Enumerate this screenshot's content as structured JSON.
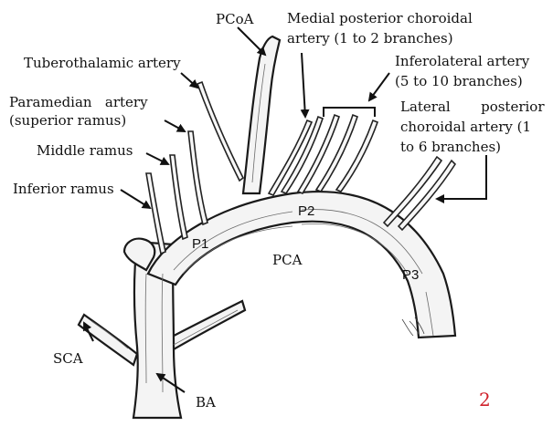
{
  "labels": {
    "pcoa": "PCoA",
    "medial_posterior_1": "Medial posterior choroidal",
    "medial_posterior_2": "artery (1 to 2 branches)",
    "inferolateral_1": "Inferolateral artery",
    "inferolateral_2": "(5 to 10 branches)",
    "tuberothalamic": "Tuberothalamic artery",
    "paramedian_1": "Paramedian   artery",
    "paramedian_2": "(superior ramus)",
    "middle_ramus": "Middle ramus",
    "inferior_ramus": "Inferior ramus",
    "lateral_posterior_1": "Lateral       posterior",
    "lateral_posterior_2": "choroidal artery (1",
    "lateral_posterior_3": "to 6 branches)",
    "p1": "P1",
    "p2": "P2",
    "p3": "P3",
    "pca": "PCA",
    "sca": "SCA",
    "ba": "BA"
  },
  "figure_number": "2",
  "colors": {
    "figure_number": "#d0202a",
    "ink": "#111111"
  }
}
